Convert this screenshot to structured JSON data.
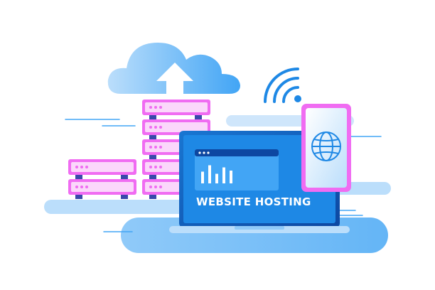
{
  "laptop": {
    "label": "WEBSITE HOSTING",
    "chart": {
      "bars": [
        0.55,
        0.85,
        0.45,
        0.75,
        0.6
      ]
    }
  },
  "colors": {
    "screen_blue": "#1565c0",
    "screen_inner": "#1e88e5",
    "light_blue": "#90caf9",
    "cloud_blue": "#64b5f6",
    "server_pink": "#f06cf2",
    "server_light": "#fbd7fb",
    "dark_blue": "#0d47a1"
  },
  "icons": {
    "cloud": "cloud-upload-icon",
    "wifi": "wifi-icon",
    "globe": "globe-icon"
  }
}
